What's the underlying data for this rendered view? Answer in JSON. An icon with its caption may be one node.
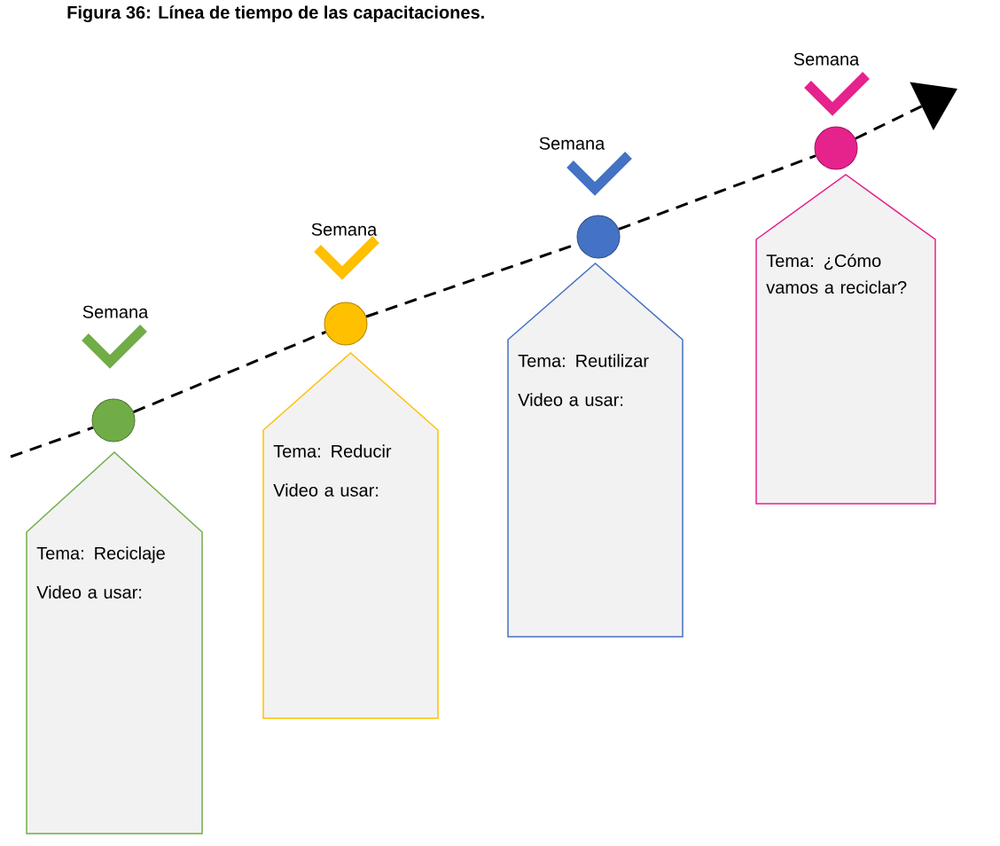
{
  "diagram": {
    "title": "Figura 36: Línea de tiempo de las capacitaciones.",
    "nodes": [
      {
        "text": [],
        "shape": "circle"
      },
      {
        "text": [
          "Tema: Reciclaje",
          "Video a usar:"
        ]
      },
      {
        "text": [],
        "shape": "circle"
      },
      {
        "text": [
          "Tema: Reducir",
          "Video a usar:"
        ]
      },
      {
        "text": [],
        "shape": "circle"
      },
      {
        "text": [
          "Tema: Reutilizar",
          "Video a usar:"
        ]
      },
      {
        "text": [],
        "shape": "circle"
      },
      {
        "text": [
          "Tema: ¿Cómo vamos a reciclar?"
        ]
      }
    ],
    "edges": [
      {
        "from": null,
        "to": 0,
        "arrow": "none",
        "style": "dashed"
      },
      {
        "from": 0,
        "to": 2,
        "arrow": "none",
        "style": "dashed"
      },
      {
        "from": 2,
        "to": 4,
        "arrow": "none",
        "style": "dashed"
      },
      {
        "from": 4,
        "to": 6,
        "arrow": "none",
        "style": "dashed"
      },
      {
        "from": 6,
        "to": null,
        "arrow": "to",
        "style": "dashed"
      }
    ],
    "labels": [
      "Semana",
      "Semana",
      "Semana",
      "Semana"
    ]
  }
}
